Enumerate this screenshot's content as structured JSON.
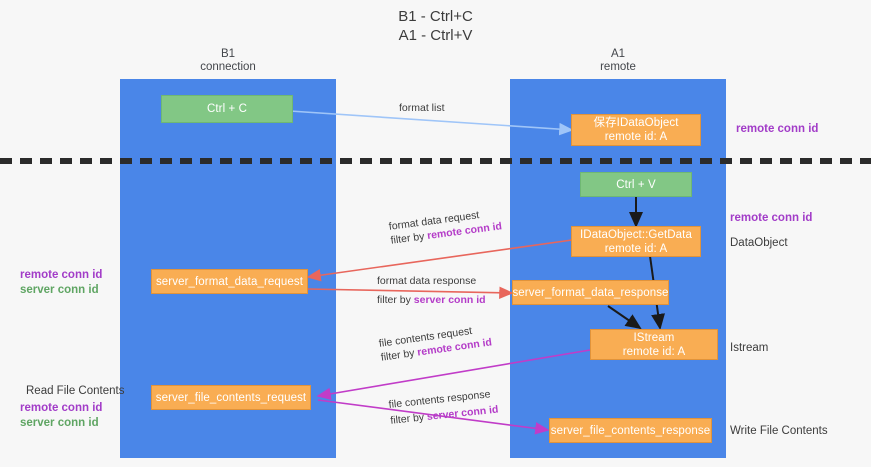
{
  "title": {
    "line1": "B1 - Ctrl+C",
    "line2": "A1 - Ctrl+V"
  },
  "columns": [
    {
      "name": "B1",
      "role": "connection"
    },
    {
      "name": "A1",
      "role": "remote"
    }
  ],
  "colors": {
    "lane": "#4a86e8",
    "node_orange": "#f9ad53",
    "node_green": "#82c785",
    "remote_conn_id": "#a23cc8",
    "server_conn_id": "#5fa563",
    "divider": "#2b2b2b",
    "arrow_blue": "#9fc5f8",
    "arrow_red": "#e8665c",
    "arrow_magenta": "#c13cc8",
    "arrow_black": "#1a1a1a"
  },
  "nodes": {
    "ctrl_c": {
      "title": "Ctrl + C",
      "sub": ""
    },
    "save_idataobject": {
      "title": "保存IDataObject",
      "sub": "remote id: A"
    },
    "ctrl_v": {
      "title": "Ctrl + V",
      "sub": ""
    },
    "idataobject_getdata": {
      "title": "IDataObject::GetData",
      "sub": "remote id: A"
    },
    "server_format_data_request": {
      "title": "server_format_data_request",
      "sub": ""
    },
    "server_format_data_response": {
      "title": "server_format_data_response",
      "sub": ""
    },
    "istream": {
      "title": "IStream",
      "sub": "remote id: A"
    },
    "server_file_contents_request": {
      "title": "server_file_contents_request",
      "sub": ""
    },
    "server_file_contents_response": {
      "title": "server_file_contents_response",
      "sub": ""
    }
  },
  "left_labels": {
    "format_group": {
      "remote_conn_id": "remote conn id",
      "server_conn_id": "server conn id"
    },
    "file_group": {
      "heading": "Read File Contents",
      "remote_conn_id": "remote conn id",
      "server_conn_id": "server conn id"
    }
  },
  "right_labels": {
    "top_remote_conn_id": "remote conn id",
    "getdata_remote_conn_id": "remote conn id",
    "dataobject": "DataObject",
    "istream": "Istream",
    "write_file_contents": "Write File Contents"
  },
  "edges": [
    {
      "id": "format-list",
      "line1_plain": "format list",
      "line2_plain": "",
      "line2_accent": ""
    },
    {
      "id": "format-data-request",
      "line1_plain": "format data request",
      "line2_plain": "filter by ",
      "line2_accent": "remote conn id"
    },
    {
      "id": "format-data-response",
      "line1_plain": "format data response",
      "line2_plain": "filter by ",
      "line2_accent": "server conn id"
    },
    {
      "id": "file-contents-request",
      "line1_plain": "file contents request",
      "line2_plain": "filter by ",
      "line2_accent": "remote conn id"
    },
    {
      "id": "file-contents-response",
      "line1_plain": "file contents response",
      "line2_plain": "filter by ",
      "line2_accent": "server conn id"
    }
  ]
}
